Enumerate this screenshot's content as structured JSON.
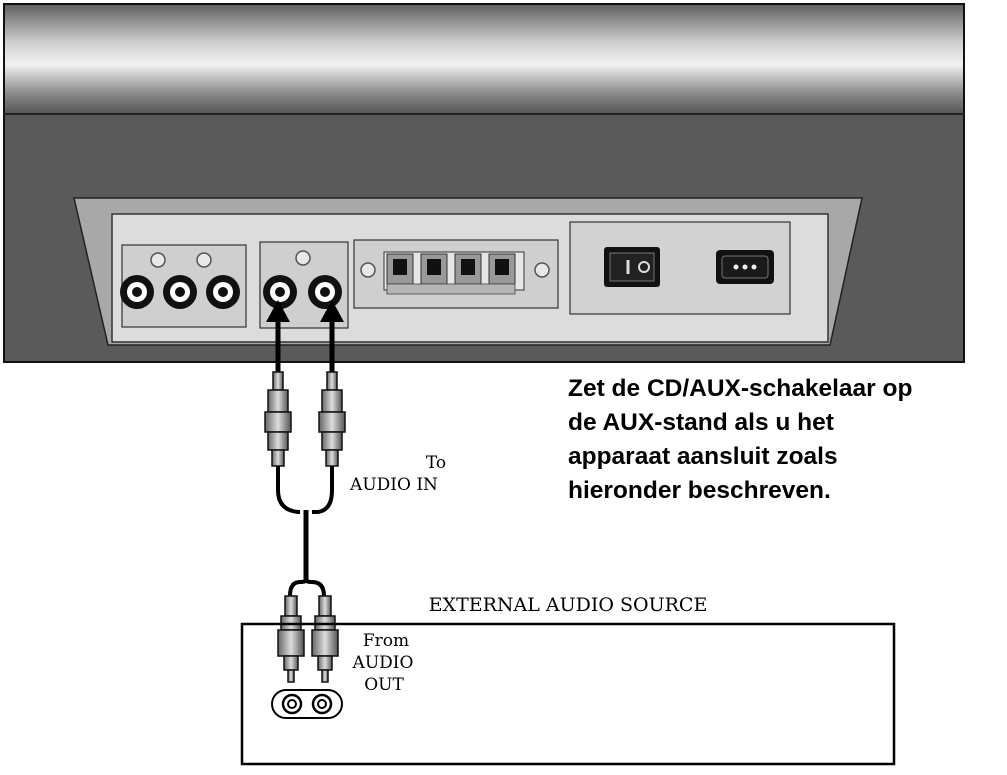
{
  "labels": {
    "to_audio_in_1": "To",
    "to_audio_in_2": "AUDIO IN",
    "external_source": "EXTERNAL AUDIO SOURCE",
    "from_audio_out_1": "From",
    "from_audio_out_2": "AUDIO",
    "from_audio_out_3": "OUT"
  },
  "instruction": {
    "line1": "Zet de CD/AUX-schakelaar op",
    "line2": "de AUX-stand als u het",
    "line3": "apparaat aansluit zoals",
    "line4": "hieronder beschreven."
  }
}
